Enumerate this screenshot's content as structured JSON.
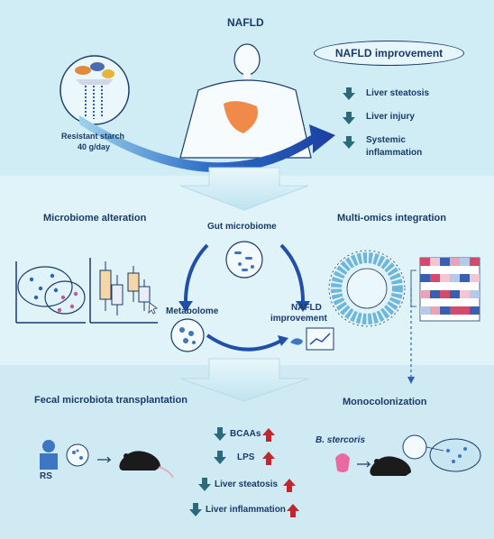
{
  "title": "NAFLD",
  "top": {
    "intervention_line1": "Resistant starch",
    "intervention_line2": "40 g/day",
    "improvement_title": "NAFLD improvement",
    "improvements": [
      "Liver steatosis",
      "Liver injury",
      "Systemic",
      "inflammation"
    ]
  },
  "middle": {
    "left_title": "Microbiome alteration",
    "right_title": "Multi-omics integration",
    "cycle": {
      "gut": "Gut microbiome",
      "metabolome": "Metabolome",
      "nafld_line1": "NAFLD",
      "nafld_line2": "improvement"
    }
  },
  "bottom": {
    "left_title": "Fecal microbiota transplantation",
    "right_title": "Monocolonization",
    "rs_label": "RS",
    "strain": "B. stercoris",
    "outcomes": [
      "BCAAs",
      "LPS",
      "Liver steatosis",
      "Liver inflammation"
    ]
  },
  "colors": {
    "navy": "#1a3a6b",
    "arrow_blue": "#1f4fa8",
    "down_arrow": "#2a6a7a",
    "up_arrow": "#c0272d",
    "panel_light": "#e8f7fb"
  }
}
